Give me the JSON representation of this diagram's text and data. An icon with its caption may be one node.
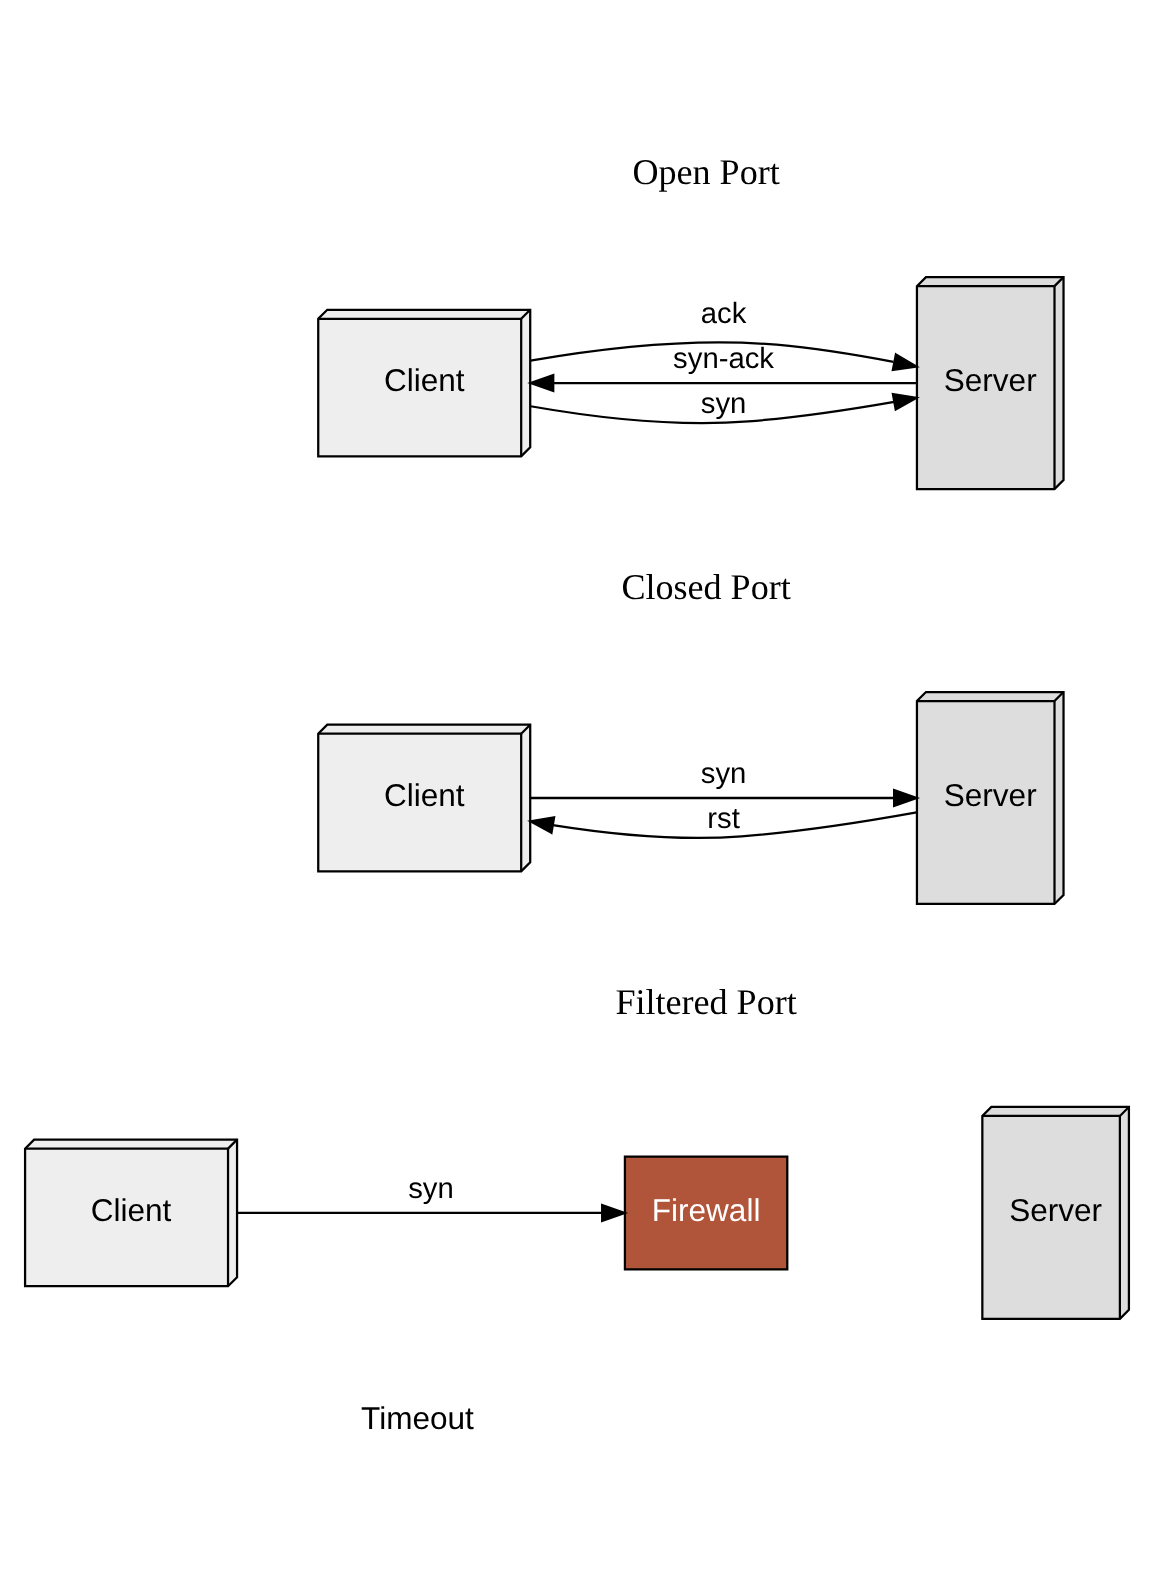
{
  "diagram": {
    "nodes": [
      {
        "text": [
          "Client"
        ]
      },
      {
        "text": [
          "Server"
        ]
      },
      {
        "text": [
          "Client"
        ]
      },
      {
        "text": [
          "Server"
        ]
      },
      {
        "text": [
          "Client"
        ]
      },
      {
        "text": [
          "Firewall"
        ]
      },
      {
        "text": [
          "Server"
        ]
      }
    ],
    "edges": [
      {
        "from": 0,
        "to": 1,
        "arrow": "to",
        "label": "syn"
      },
      {
        "from": 1,
        "to": 0,
        "arrow": "to",
        "label": "syn-ack"
      },
      {
        "from": 0,
        "to": 1,
        "arrow": "to",
        "label": "ack"
      },
      {
        "from": 2,
        "to": 3,
        "arrow": "to",
        "label": "syn"
      },
      {
        "from": 3,
        "to": 2,
        "arrow": "to",
        "label": "rst"
      },
      {
        "from": 4,
        "to": 5,
        "arrow": "to",
        "label": "syn"
      }
    ],
    "labels": [
      "Open Port",
      "Closed Port",
      "Filtered Port",
      "Timeout"
    ]
  }
}
